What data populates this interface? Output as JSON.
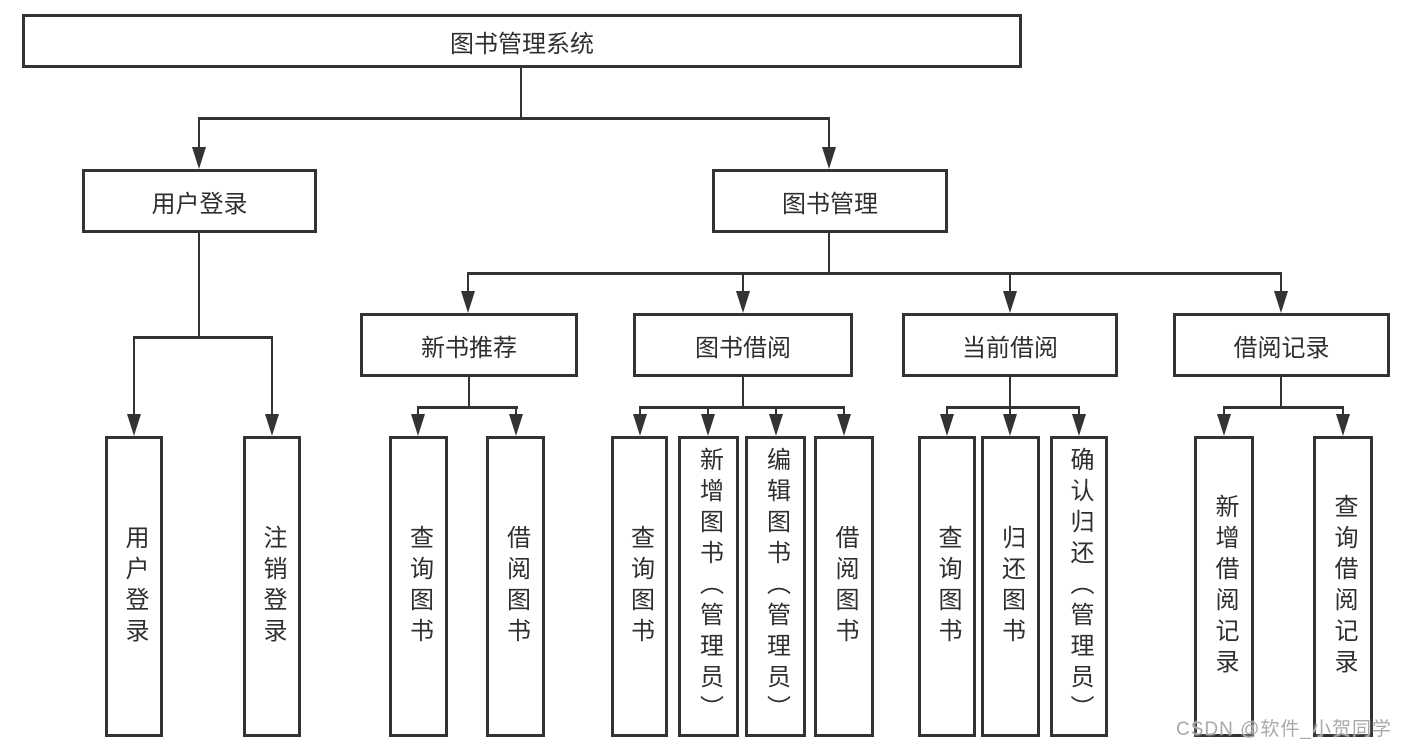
{
  "colors": {
    "line": "#333333",
    "border": "#333333",
    "text": "#2f2f2f",
    "watermark": "#a9a9a9",
    "background": "#ffffff"
  },
  "diagram": {
    "root": {
      "label": "图书管理系统"
    },
    "level2": [
      {
        "label": "用户登录"
      },
      {
        "label": "图书管理"
      }
    ],
    "level3": [
      {
        "label": "新书推荐"
      },
      {
        "label": "图书借阅"
      },
      {
        "label": "当前借阅"
      },
      {
        "label": "借阅记录"
      }
    ],
    "leaves": [
      {
        "label": "用户登录"
      },
      {
        "label": "注销登录"
      },
      {
        "label": "查询图书"
      },
      {
        "label": "借阅图书"
      },
      {
        "label": "查询图书"
      },
      {
        "label": "新增图书（管理员）"
      },
      {
        "label": "编辑图书（管理员）"
      },
      {
        "label": "借阅图书"
      },
      {
        "label": "查询图书"
      },
      {
        "label": "归还图书"
      },
      {
        "label": "确认归还（管理员）"
      },
      {
        "label": "新增借阅记录"
      },
      {
        "label": "查询借阅记录"
      }
    ]
  },
  "watermark": {
    "text": "CSDN @软件_小贺同学"
  }
}
